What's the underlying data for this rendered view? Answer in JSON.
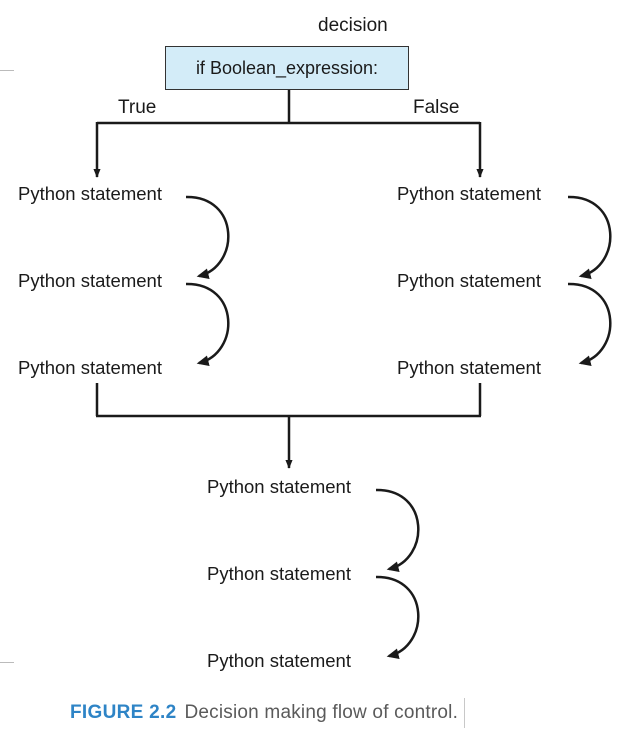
{
  "diagram": {
    "decision_label": "decision",
    "condition": "if Boolean_expression:",
    "true_label": "True",
    "false_label": "False",
    "left_branch": [
      "Python statement",
      "Python statement",
      "Python statement"
    ],
    "right_branch": [
      "Python statement",
      "Python statement",
      "Python statement"
    ],
    "after_branch": [
      "Python statement",
      "Python statement",
      "Python statement"
    ]
  },
  "caption": {
    "figure_number": "FIGURE 2.2",
    "text": "Decision making flow of control."
  },
  "colors": {
    "box_fill": "#d3ecf8",
    "caption_accent": "#2e84c6",
    "line": "#1a1a1a"
  }
}
